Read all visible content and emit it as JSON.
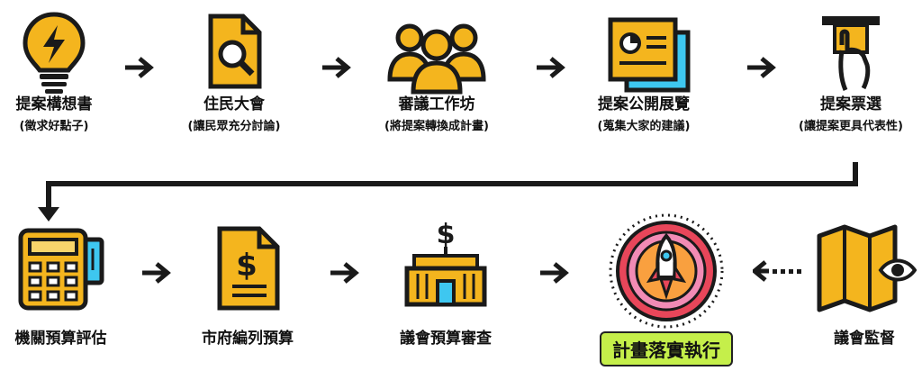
{
  "colors": {
    "accent": "#f4b51e",
    "outline": "#1a1a1a",
    "blue": "#3ec7f0",
    "green": "#c5ef4a",
    "red": "#e8465a",
    "pink": "#f28bb5",
    "orange": "#f9a03f"
  },
  "row1": [
    {
      "title": "提案構想書",
      "sub": "(徵求好點子)",
      "icon": "lightbulb-icon"
    },
    {
      "title": "住民大會",
      "sub": "(讓民眾充分討論)",
      "icon": "document-search-icon"
    },
    {
      "title": "審議工作坊",
      "sub": "(將提案轉換成計畫)",
      "icon": "group-people-icon"
    },
    {
      "title": "提案公開展覽",
      "sub": "(蒐集大家的建議)",
      "icon": "presentation-board-icon"
    },
    {
      "title": "提案票選",
      "sub": "(讓提案更具代表性)",
      "icon": "ballot-hand-icon"
    }
  ],
  "row2": [
    {
      "title": "機關預算評估",
      "icon": "calculator-icon"
    },
    {
      "title": "市府編列預算",
      "icon": "dollar-document-icon"
    },
    {
      "title": "議會預算審查",
      "icon": "council-building-icon"
    },
    {
      "title": "計畫落實執行",
      "icon": "rocket-badge-icon"
    },
    {
      "title": "議會監督",
      "icon": "map-eye-icon"
    }
  ]
}
